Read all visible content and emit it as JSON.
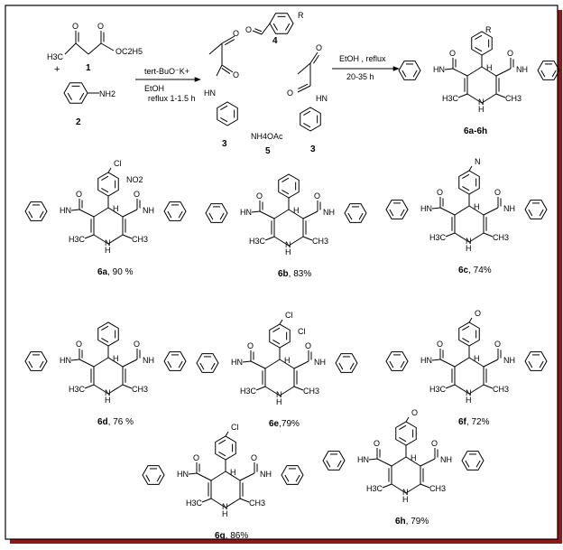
{
  "reaction": {
    "reagent1_label": "1",
    "reagent1_ester": "OC2H5",
    "reagent1_methyl": "H3C",
    "plus": "+",
    "reagent2_label": "2",
    "reagent2_amine": "NH2",
    "conditions_top": "tert-BuO⁻K+",
    "conditions_solvent": "EtOH",
    "conditions_time": "reflux 1-1.5 h",
    "intermediate_label": "3",
    "intermediate_nh": "HN",
    "aldehyde_label": "4",
    "aldehyde_sub": "R",
    "ammonium_text": "NH4OAc",
    "ammonium_label": "5",
    "step2_solvent": "EtOH , reflux",
    "step2_time": "20-35 h",
    "product_label": "6a-6h",
    "product_sub": "R"
  },
  "products": [
    {
      "id": "6a",
      "name": "6a",
      "yield": ", 90 %",
      "sub1": "Cl",
      "sub2": "NO2"
    },
    {
      "id": "6b",
      "name": "6b",
      "yield": ", 83%",
      "sub1": "",
      "sub2": ""
    },
    {
      "id": "6c",
      "name": "6c",
      "yield": ", 74%",
      "sub1": "N",
      "sub2": ""
    },
    {
      "id": "6d",
      "name": "6d",
      "yield": ", 76 %",
      "sub1": "",
      "sub2": ""
    },
    {
      "id": "6e",
      "name": "6e",
      "yield": ",79%",
      "sub1": "Cl",
      "sub2": "Cl"
    },
    {
      "id": "6f",
      "name": "6f",
      "yield": ", 72%",
      "sub1": "O",
      "sub2": ""
    },
    {
      "id": "6g",
      "name": "6g",
      "yield": ", 86%",
      "sub1": "Cl",
      "sub2": ""
    },
    {
      "id": "6h",
      "name": "6h",
      "yield": ", 79%",
      "sub1": "O",
      "sub2": ""
    }
  ],
  "atoms": {
    "o": "O",
    "n": "N",
    "h": "H",
    "nh": "NH",
    "hn": "HN",
    "ch3": "CH3",
    "h3c": "H3C"
  }
}
